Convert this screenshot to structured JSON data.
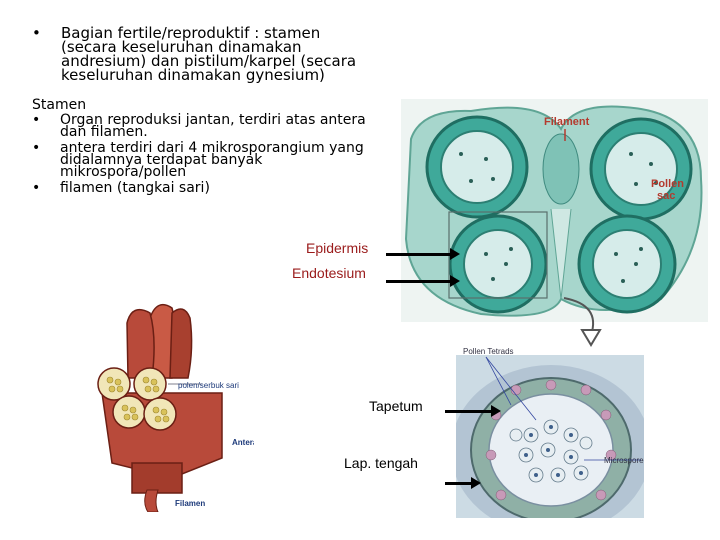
{
  "intro": {
    "bullet": "•",
    "lines": [
      "Bagian fertile/reproduktif : stamen",
      "(secara keseluruhan dinamakan",
      "andresium) dan pistilum/karpel (secara",
      "keseluruhan dinamakan gynesium)"
    ]
  },
  "stamen": {
    "title": "Stamen",
    "items": [
      [
        "Organ reproduksi jantan, terdiri atas antera",
        "dan filamen."
      ],
      [
        "antera terdiri dari 4 mikrosporangium yang",
        "didalamnya terdapat banyak",
        "mikrospora/pollen"
      ],
      [
        "filamen (tangkai sari)"
      ]
    ]
  },
  "labels": {
    "epidermis": "Epidermis",
    "endotesium": "Endotesium",
    "tapetum": "Tapetum",
    "lap_tengah": "Lap. tengah"
  },
  "anther_diagram": {
    "filament": "Filament",
    "pollen_sac_1": "Pollen",
    "pollen_sac_2": "sac"
  },
  "stamen_model": {
    "pollen": "polen/serbuk sari",
    "antera": "Antera",
    "filamen": "Filamen"
  },
  "micro": {
    "top": "Pollen Tetrads",
    "right": "Microspore"
  },
  "colors": {
    "tissue_green": "#3fa99a",
    "stamen_red": "#b84a3a",
    "pollen_yellow": "#d9c25a",
    "label_red": "#9a1b1b"
  }
}
